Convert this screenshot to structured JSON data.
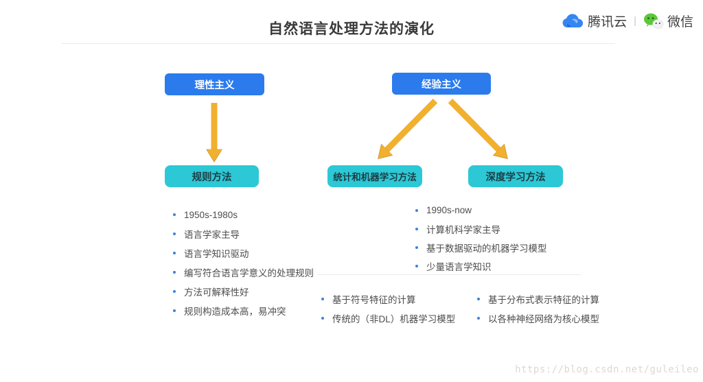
{
  "header": {
    "title": "自然语言处理方法的演化",
    "brand": {
      "tencent_cloud_label": "腾讯云",
      "separator": "|",
      "wechat_label": "微信"
    }
  },
  "diagram": {
    "top_nodes": [
      {
        "label": "理性主义"
      },
      {
        "label": "经验主义"
      }
    ],
    "method_nodes": [
      {
        "label": "规则方法"
      },
      {
        "label": "统计和机器学习方法"
      },
      {
        "label": "深度学习方法"
      }
    ],
    "rule_list": [
      "1950s-1980s",
      "语言学家主导",
      "语言学知识驱动",
      "编写符合语言学意义的处理规则",
      "方法可解释性好",
      "规则构造成本高，易冲突"
    ],
    "empiricism_list": [
      "1990s-now",
      "计算机科学家主导",
      "基于数据驱动的机器学习模型",
      "少量语言学知识"
    ],
    "statistical_list": [
      "基于符号特征的计算",
      "传统的（非DL）机器学习模型"
    ],
    "deep_learning_list": [
      "基于分布式表示特征的计算",
      "以各种神经网络为核心模型"
    ]
  },
  "watermark": "https://blog.csdn.net/guleileo",
  "colors": {
    "primary_blue": "#2b7bed",
    "teal": "#2cc8d6",
    "arrow_gold": "#f1b02e",
    "bullet_blue": "#3d82d8",
    "tencent_blue": "#3586f2",
    "wechat_green": "#5bc73a"
  }
}
